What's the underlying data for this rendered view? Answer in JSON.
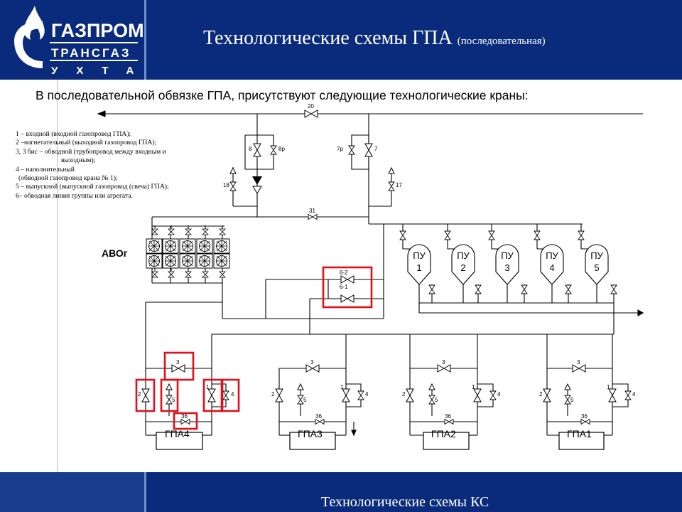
{
  "header": {
    "title": "Технологические схемы ГПА",
    "subtitle": "(последовательная)"
  },
  "logo": {
    "line1": "ГАЗПРОМ",
    "line2": "ТРАНСГАЗ",
    "line3": "УХТА"
  },
  "heading": "В последовательной обвязке ГПА, присутствуют следующие технологические краны:",
  "legend": [
    "1 – входной (входной газопровод ГПА);",
    "2 –нагнетательный (выходной газопровод ГПА);",
    "3, 3 бис – обводной (трубопровод между входным и",
    "выходным);",
    "4 – наполнительный",
    "(обводной газопровод крана № 1);",
    "5 – выпускной (выпускной газопровод (свеча) ГПА);",
    "6– обводная линия группы или агрегата."
  ],
  "diagram": {
    "avo_label": "АВОг",
    "units": [
      "ГПА4",
      "ГПА3",
      "ГПА2",
      "ГПА1"
    ],
    "separators": [
      {
        "top": "ПУ",
        "num": "1"
      },
      {
        "top": "ПУ",
        "num": "2"
      },
      {
        "top": "ПУ",
        "num": "3"
      },
      {
        "top": "ПУ",
        "num": "4"
      },
      {
        "top": "ПУ",
        "num": "5"
      }
    ],
    "valve_labels": {
      "v20": "20",
      "v8": "8",
      "v8p": "8р",
      "v7p": "7р",
      "v7": "7",
      "v18": "18",
      "v17": "17",
      "v31": "31",
      "v62": "6-2",
      "v61": "6-1",
      "n1": "1",
      "n2": "2",
      "n3": "3",
      "n4": "4",
      "n5": "5",
      "n36": "36"
    },
    "highlight_color": "#e0101a"
  },
  "footer": {
    "text": "Технологические схемы КС"
  }
}
